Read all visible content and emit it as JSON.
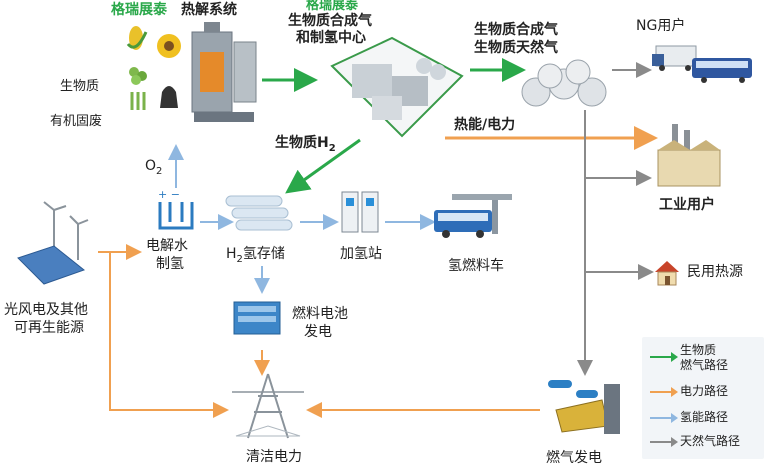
{
  "header": {
    "brand_left": "格瑞展泰",
    "title_left": "热解系统",
    "brand_center": "格瑞展泰",
    "title_center_line1": "生物质合成气",
    "title_center_line2": "和制氢中心"
  },
  "labels": {
    "biomass": "生物质",
    "organic_waste": "有机固废",
    "biomass_gas_line1": "生物质合成气",
    "biomass_gas_line2": "生物质天然气",
    "ng_users": "NG用户",
    "heat_power": "热能/电力",
    "industrial_users": "工业用户",
    "residential_heat": "民用热源",
    "biomass_h2": "生物质H",
    "biomass_h2_sub": "2",
    "o2": "O",
    "o2_sub": "2",
    "electrolysis_line1": "电解水",
    "electrolysis_line2": "制氢",
    "h2_storage": "氢存储",
    "h2_storage_prefix": "H",
    "h2_storage_sub": "2",
    "refuel_station": "加氢站",
    "h2_vehicle": "氢燃料车",
    "renewables_line1": "光风电及其他",
    "renewables_line2": "可再生能源",
    "fuel_cell_line1": "燃料电池",
    "fuel_cell_line2": "发电",
    "clean_power": "清洁电力",
    "gas_power": "燃气发电"
  },
  "legend": [
    {
      "label_line1": "生物质",
      "label_line2": "燃气路径",
      "color": "#2aa84a"
    },
    {
      "label_line1": "电力路径",
      "label_line2": "",
      "color": "#f0a050"
    },
    {
      "label_line1": "氢能路径",
      "label_line2": "",
      "color": "#8fb7e0"
    },
    {
      "label_line1": "天然气路径",
      "label_line2": "",
      "color": "#8a8a8a"
    }
  ],
  "colors": {
    "green": "#2aa84a",
    "orange": "#f0a050",
    "blue": "#8fb7e0",
    "gray": "#8a8a8a"
  },
  "icons": [
    "corn-icon",
    "sunflower-icon",
    "pellets-icon",
    "wheat-icon",
    "waste-bag-icon",
    "pyrolysis-furnace-icon",
    "gas-plant-icon",
    "gas-tanks-icon",
    "truck-icon",
    "bus-icon",
    "factory-icon",
    "house-icon",
    "electrolyzer-icon",
    "hydrogen-tanks-icon",
    "dispenser-icon",
    "hydrogen-bus-icon",
    "wind-solar-icon",
    "fuel-cell-icon",
    "transmission-tower-icon",
    "gas-turbine-icon"
  ]
}
